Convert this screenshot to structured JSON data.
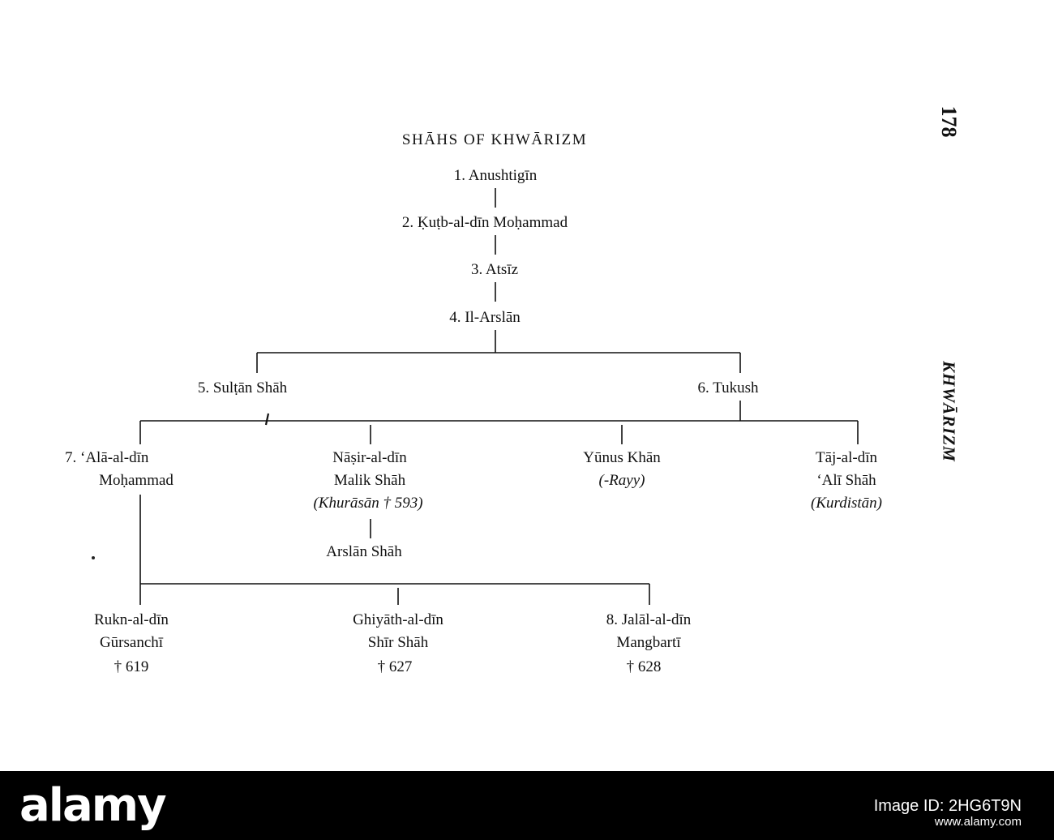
{
  "page": {
    "page_number": "178",
    "running_head": "KHWĀRIZM",
    "title": "SHĀHS OF KHWĀRIZM"
  },
  "tree": {
    "n1": "1. Anushtigīn",
    "n2": "2. Ḳuṭb-al-dīn Moḥammad",
    "n3": "3. Atsīz",
    "n4": "4. Il-Arslān",
    "n5": "5. Sulṭān Shāh",
    "n6": "6. Tukush",
    "n7": {
      "line1": "7. ‘Alā-al-dīn",
      "line2": "Moḥammad"
    },
    "nasir": {
      "line1": "Nāṣir-al-dīn",
      "line2": "Malik Shāh",
      "line3": "(Khurāsān † 593)"
    },
    "yunus": {
      "line1": "Yūnus Khān",
      "line2": "(-Rayy)"
    },
    "taj": {
      "line1": "Tāj-al-dīn",
      "line2": "‘Alī Shāh",
      "line3": "(Kurdistān)"
    },
    "arslan_shah": "Arslān Shāh",
    "rukn": {
      "line1": "Rukn-al-dīn",
      "line2": "Gūrsanchī",
      "line3": "† 619"
    },
    "ghiyath": {
      "line1": "Ghiyāth-al-dīn",
      "line2": "Shīr Shāh",
      "line3": "† 627"
    },
    "n8": {
      "line1": "8. Jalāl-al-dīn",
      "line2": "Mangbartī",
      "line3": "† 628"
    }
  },
  "footer": {
    "brand": "alamy",
    "image_id": "Image ID: 2HG6T9N",
    "site": "www.alamy.com"
  }
}
